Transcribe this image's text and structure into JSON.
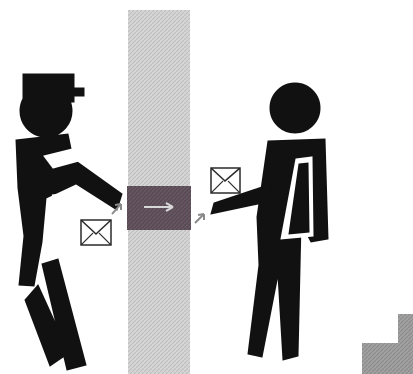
{
  "illustration": {
    "subject": "two-figures-exchanging-letter-through-pass-through-window",
    "colors": {
      "background": "#ffffff",
      "figure": "#111111",
      "wall": "#bdbdbd",
      "pass_through_box": "#5a4b55",
      "envelope_stroke": "#2a2a2a",
      "stairs": "#8f8f8f"
    },
    "icons": [
      "courier-figure",
      "recipient-figure",
      "wall-column",
      "pass-through-box",
      "envelope-icon-left",
      "envelope-icon-right",
      "arrow-icon",
      "stairs"
    ]
  }
}
